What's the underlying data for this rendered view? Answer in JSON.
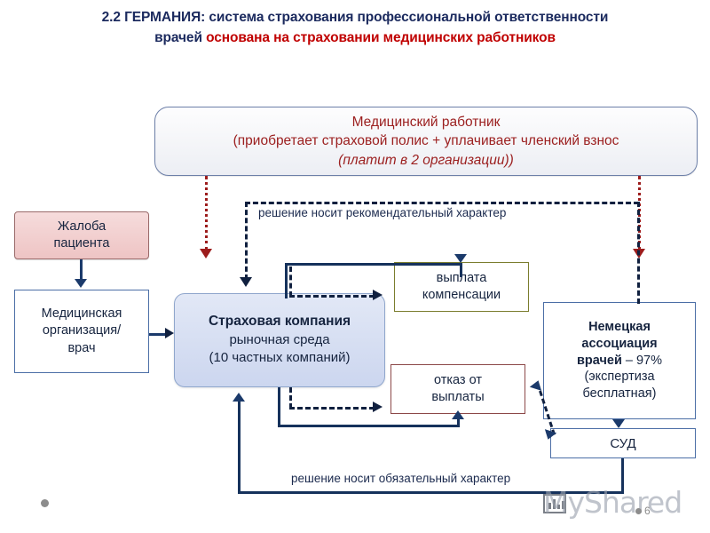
{
  "slide": {
    "title": {
      "line1_prefix": "2.2 ГЕРМАНИЯ: система страхования профессиональной ответственности",
      "line2_prefix": "врачей ",
      "line2_highlight": "основана на страховании медицинских работников"
    },
    "page_number": "6",
    "watermark": "MyShared"
  },
  "nodes": {
    "worker": {
      "line1": "Медицинский работник",
      "line2": "(приобретает страховой полис + уплачивает членский взнос",
      "line3": "(платит в 2 организации))",
      "border_color": "#6c7fa8",
      "text_color": "#9c2020"
    },
    "complaint": {
      "line1": "Жалоба",
      "line2": "пациента",
      "border_color": "#9a6a6a",
      "fill_color": "#eec4c4"
    },
    "medorg": {
      "line1": "Медицинская",
      "line2": "организация/",
      "line3": "врач",
      "border_color": "#4b6ea6"
    },
    "insurer": {
      "line1": "Страховая компания",
      "line2": "рыночная среда",
      "line3": "(10 частных компаний)",
      "border_color": "#8fa6cc",
      "fill_color": "#ccd6ef"
    },
    "payout": {
      "line1": "выплата",
      "line2": "компенсации",
      "border_color": "#7b7d2e"
    },
    "refusal": {
      "line1": "отказ от",
      "line2": "выплаты",
      "border_color": "#8c4848"
    },
    "association": {
      "line1": "Немецкая",
      "line2": "ассоциация",
      "line3_bold": "врачей",
      "line3_rest": " – 97%",
      "line4": "(экспертиза",
      "line5": "бесплатная)",
      "border_color": "#4b6ea6"
    },
    "court": {
      "label": "СУД",
      "border_color": "#4b6ea6"
    }
  },
  "edges": {
    "advisory_label": "решение носит рекомендательный характер",
    "binding_label": "решение носит обязательный характер"
  }
}
